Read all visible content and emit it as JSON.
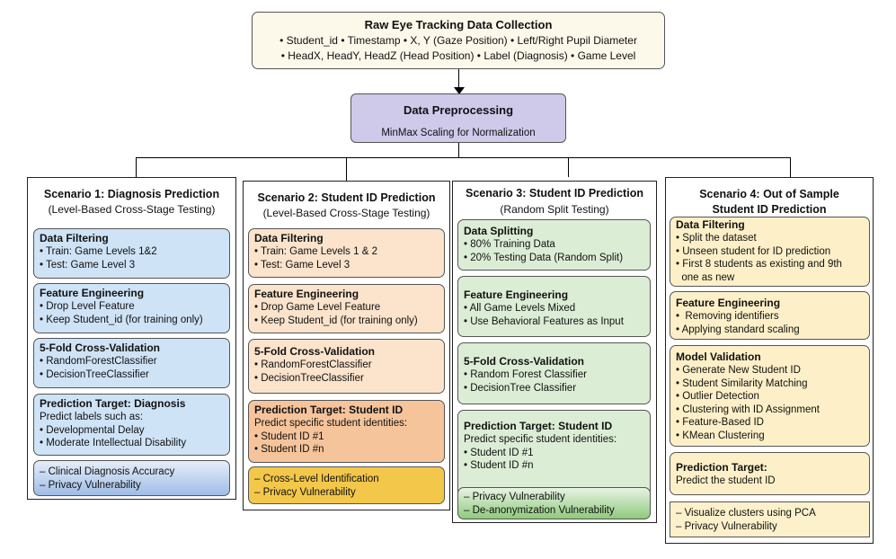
{
  "top": {
    "title": "Raw Eye Tracking Data Collection",
    "line1": "• Student_id  • Timestamp • X, Y (Gaze Position)  • Left/Right Pupil Diameter",
    "line2": "• HeadX, HeadY, HeadZ (Head Position) • Label (Diagnosis)  • Game Level"
  },
  "preprocessing": {
    "title": "Data Preprocessing",
    "subtitle": "MinMax Scaling for Normalization"
  },
  "scenarios": [
    {
      "title": "Scenario 1: Diagnosis Prediction",
      "subtitle": "(Level-Based Cross-Stage Testing)",
      "cards": [
        {
          "heading": "Data Filtering",
          "lines": [
            "• Train: Game Levels 1&2",
            "• Test: Game Level 3"
          ]
        },
        {
          "heading": "Feature Engineering",
          "lines": [
            "• Drop Level Feature",
            "• Keep Student_id (for training only)"
          ]
        },
        {
          "heading": "5-Fold Cross-Validation",
          "lines": [
            "• RandomForestClassifier",
            "• DecisionTreeClassifier"
          ]
        },
        {
          "heading": "Prediction Target: Diagnosis",
          "lines": [
            "Predict labels such as:",
            "• Developmental Delay",
            "• Moderate Intellectual Disability"
          ]
        },
        {
          "heading": "",
          "lines": [
            "– Clinical Diagnosis Accuracy",
            "– Privacy Vulnerability"
          ]
        }
      ]
    },
    {
      "title": "Scenario 2: Student ID Prediction",
      "subtitle": "(Level-Based Cross-Stage Testing)",
      "cards": [
        {
          "heading": "Data Filtering",
          "lines": [
            "• Train: Game Levels 1 & 2",
            "• Test: Game Level 3"
          ]
        },
        {
          "heading": "Feature Engineering",
          "lines": [
            "• Drop Game Level Feature",
            "• Keep Student_id (for training only)"
          ]
        },
        {
          "heading": "5-Fold Cross-Validation",
          "lines": [
            "• RandomForestClassifier",
            "• DecisionTreeClassifier"
          ]
        },
        {
          "heading": "Prediction Target: Student ID",
          "lines": [
            "Predict specific student identities:",
            "• Student ID #1",
            "• Student ID #n"
          ]
        },
        {
          "heading": "",
          "lines": [
            "– Cross-Level Identification",
            "– Privacy Vulnerability"
          ]
        }
      ]
    },
    {
      "title": "Scenario 3: Student ID Prediction",
      "subtitle": "(Random Split Testing)",
      "cards": [
        {
          "heading": "Data Splitting",
          "lines": [
            "• 80% Training Data",
            "• 20% Testing Data (Random Split)"
          ]
        },
        {
          "heading": "Feature Engineering",
          "lines": [
            "• All Game Levels Mixed",
            "• Use Behavioral Features as Input"
          ]
        },
        {
          "heading": "5-Fold Cross-Validation",
          "lines": [
            "• Random Forest Classifier",
            "• DecisionTree Classifier"
          ]
        },
        {
          "heading": "Prediction Target: Student ID",
          "lines": [
            "Predict specific student identities:",
            "• Student ID #1",
            "• Student ID #n"
          ]
        },
        {
          "heading": "",
          "lines": [
            "– Privacy Vulnerability",
            "– De-anonymization Vulnerability"
          ]
        }
      ]
    },
    {
      "title": "Scenario 4: Out of Sample",
      "title2": "Student ID Prediction",
      "cards": [
        {
          "heading": "Data Filtering",
          "lines": [
            "• Split the dataset",
            "• Unseen student for ID prediction",
            "• First 8 students as existing and 9th",
            "  one as new"
          ]
        },
        {
          "heading": "Feature Engineering",
          "lines": [
            "•  Removing identifiers",
            "• Applying standard scaling"
          ]
        },
        {
          "heading": "Model Validation",
          "lines": [
            "• Generate New Student ID",
            "• Student Similarity Matching",
            "• Outlier Detection",
            "• Clustering with ID Assignment",
            "• Feature-Based ID",
            "• KMean Clustering"
          ]
        },
        {
          "heading": "Prediction Target:",
          "lines": [
            "Predict the student ID"
          ]
        },
        {
          "heading": "",
          "lines": [
            "– Visualize clusters using PCA",
            "– Privacy Vulnerability"
          ]
        }
      ]
    }
  ]
}
